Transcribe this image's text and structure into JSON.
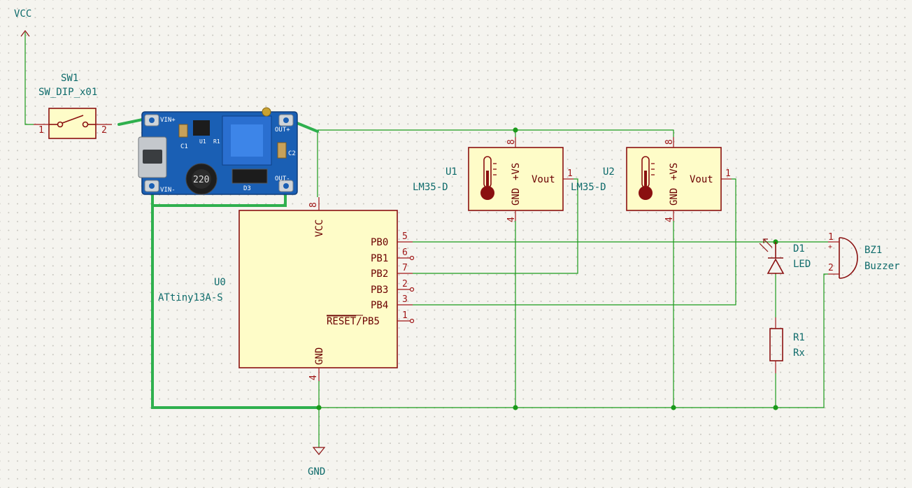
{
  "power": {
    "vcc": "VCC",
    "gnd": "GND"
  },
  "sw1": {
    "ref": "SW1",
    "value": "SW_DIP_x01",
    "pin1": "1",
    "pin2": "2"
  },
  "module": {
    "vin_plus": "VIN+",
    "vin_minus": "VIN-",
    "out_plus": "OUT+",
    "out_minus": "OUT-",
    "c1": "C1",
    "c2": "C2",
    "d3": "D3",
    "u1": "U1",
    "r1": "R1",
    "inductor": "220"
  },
  "u0": {
    "ref": "U0",
    "value": "ATtiny13A-S",
    "pins": {
      "vcc": {
        "name": "VCC",
        "num": "8"
      },
      "gnd": {
        "name": "GND",
        "num": "4"
      },
      "pb0": {
        "name": "PB0",
        "num": "5"
      },
      "pb1": {
        "name": "PB1",
        "num": "6"
      },
      "pb2": {
        "name": "PB2",
        "num": "7"
      },
      "pb3": {
        "name": "PB3",
        "num": "2"
      },
      "pb4": {
        "name": "PB4",
        "num": "3"
      },
      "pb5": {
        "name_overline": "RESET",
        "name_rest": "/PB5",
        "num": "1"
      }
    }
  },
  "lm1": {
    "ref": "U1",
    "value": "LM35-D",
    "vs": "+VS",
    "gnd": "GND",
    "vout": "Vout",
    "num_vs": "8",
    "num_gnd": "4",
    "num_vout": "1"
  },
  "lm2": {
    "ref": "U2",
    "value": "LM35-D",
    "vs": "+VS",
    "gnd": "GND",
    "vout": "Vout",
    "num_vs": "8",
    "num_gnd": "4",
    "num_vout": "1"
  },
  "d1": {
    "ref": "D1",
    "value": "LED"
  },
  "r1": {
    "ref": "R1",
    "value": "Rx"
  },
  "bz1": {
    "ref": "BZ1",
    "value": "Buzzer",
    "pin1": "1",
    "pin2": "2",
    "plus": "+"
  },
  "colors": {
    "wire": "#1a9a1a",
    "body_fill": "#fefcc8",
    "body_stroke": "#8a1010",
    "text_teal": "#0e6b6b",
    "pin_red": "#a01818",
    "pcb_blue": "#1a5fb4"
  }
}
